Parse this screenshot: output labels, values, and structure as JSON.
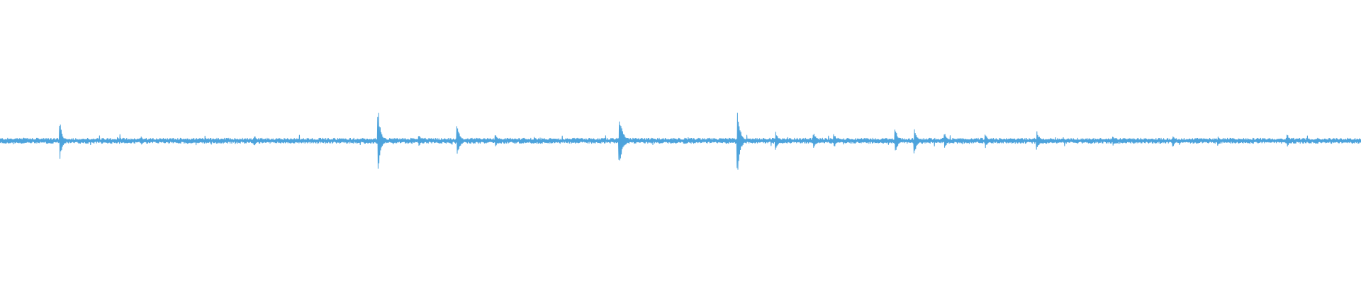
{
  "waveform": {
    "color": "#4da3dc",
    "baseline_color": "#4da3dc",
    "background": "#ffffff",
    "noise_amplitude": 0.06,
    "spikes": [
      {
        "t": 0.044,
        "amp": 0.62,
        "burst": 0.18
      },
      {
        "t": 0.104,
        "amp": 0.14,
        "burst": 0.15
      },
      {
        "t": 0.187,
        "amp": 0.18,
        "burst": 0.18
      },
      {
        "t": 0.278,
        "amp": 0.92,
        "burst": 0.22
      },
      {
        "t": 0.308,
        "amp": 0.2,
        "burst": 0.12
      },
      {
        "t": 0.336,
        "amp": 0.45,
        "burst": 0.28
      },
      {
        "t": 0.364,
        "amp": 0.22,
        "burst": 0.2
      },
      {
        "t": 0.455,
        "amp": 0.8,
        "burst": 0.35
      },
      {
        "t": 0.542,
        "amp": 1.0,
        "burst": 0.22
      },
      {
        "t": 0.57,
        "amp": 0.3,
        "burst": 0.2
      },
      {
        "t": 0.598,
        "amp": 0.25,
        "burst": 0.28
      },
      {
        "t": 0.613,
        "amp": 0.22,
        "burst": 0.18
      },
      {
        "t": 0.658,
        "amp": 0.35,
        "burst": 0.25
      },
      {
        "t": 0.672,
        "amp": 0.42,
        "burst": 0.2
      },
      {
        "t": 0.694,
        "amp": 0.26,
        "burst": 0.22
      },
      {
        "t": 0.724,
        "amp": 0.25,
        "burst": 0.2
      },
      {
        "t": 0.762,
        "amp": 0.3,
        "burst": 0.22
      },
      {
        "t": 0.818,
        "amp": 0.15,
        "burst": 0.18
      },
      {
        "t": 0.862,
        "amp": 0.18,
        "burst": 0.2
      },
      {
        "t": 0.895,
        "amp": 0.16,
        "burst": 0.18
      },
      {
        "t": 0.946,
        "amp": 0.22,
        "burst": 0.18
      }
    ]
  }
}
